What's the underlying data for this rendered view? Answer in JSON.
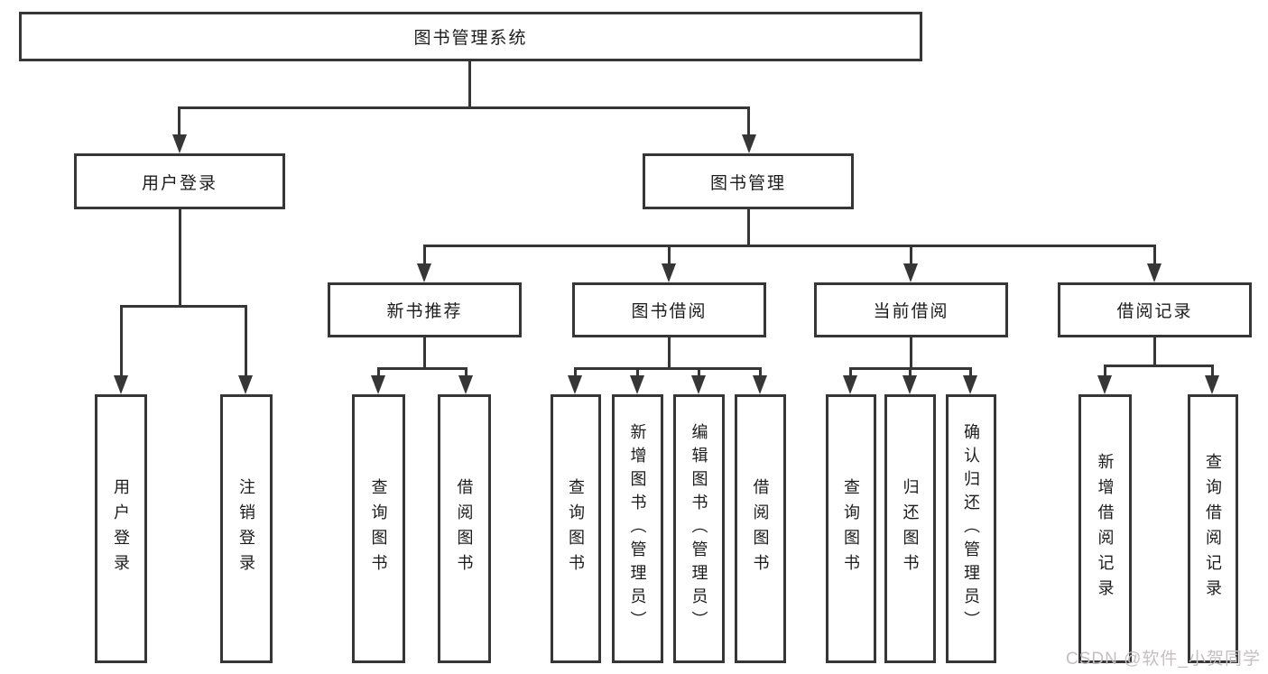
{
  "title": "图书管理系统",
  "tree": {
    "label": "图书管理系统",
    "children": [
      {
        "label": "用户登录",
        "children": [
          {
            "label": "用户登录"
          },
          {
            "label": "注销登录"
          }
        ]
      },
      {
        "label": "图书管理",
        "children": [
          {
            "label": "新书推荐",
            "children": [
              {
                "label": "查询图书"
              },
              {
                "label": "借阅图书"
              }
            ]
          },
          {
            "label": "图书借阅",
            "children": [
              {
                "label": "查询图书"
              },
              {
                "label": "新增图书（管理员）"
              },
              {
                "label": "编辑图书（管理员）"
              },
              {
                "label": "借阅图书"
              }
            ]
          },
          {
            "label": "当前借阅",
            "children": [
              {
                "label": "查询图书"
              },
              {
                "label": "归还图书"
              },
              {
                "label": "确认归还（管理员）"
              }
            ]
          },
          {
            "label": "借阅记录",
            "children": [
              {
                "label": "新增借阅记录"
              },
              {
                "label": "查询借阅记录"
              }
            ]
          }
        ]
      }
    ]
  },
  "watermark": "CSDN @软件_小贺同学",
  "colors": {
    "line": "#363636",
    "text": "#1c1c1c",
    "background": "#ffffff",
    "watermark": "#c6bec1"
  }
}
